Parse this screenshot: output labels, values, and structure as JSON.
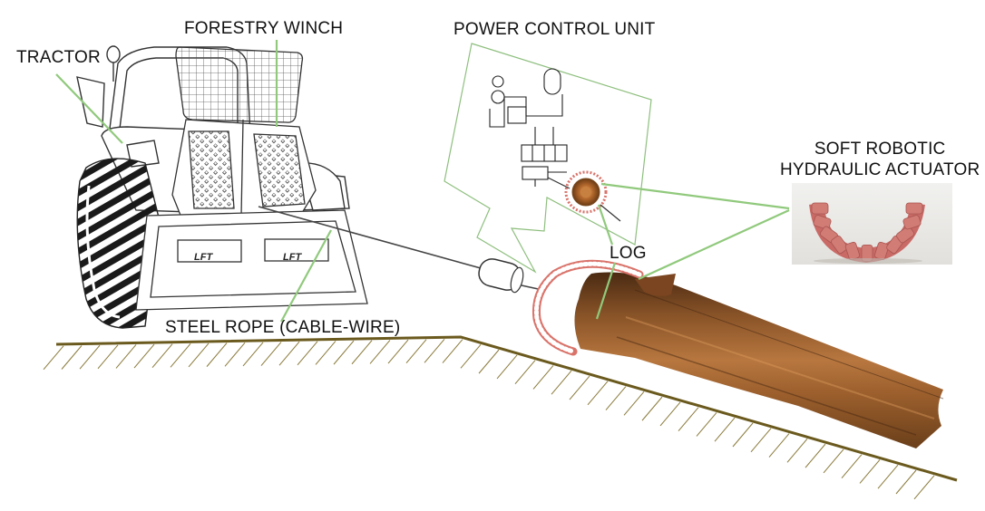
{
  "labels": {
    "tractor": "TRACTOR",
    "forestry_winch": "FORESTRY WINCH",
    "power_control_unit": "POWER CONTROL UNIT",
    "soft_actuator_line1": "SOFT ROBOTIC",
    "soft_actuator_line2": "HYDRAULIC ACTUATOR",
    "log": "LOG",
    "steel_rope": "STEEL ROPE (CABLE-WIRE)"
  },
  "logo_text": "LFT",
  "colors": {
    "pointer": "#90c97c",
    "ground": "#6b5a1e",
    "log_dark": "#5a3518",
    "log_light": "#c98a4e",
    "actuator": "#d9736a",
    "line": "#444444"
  }
}
